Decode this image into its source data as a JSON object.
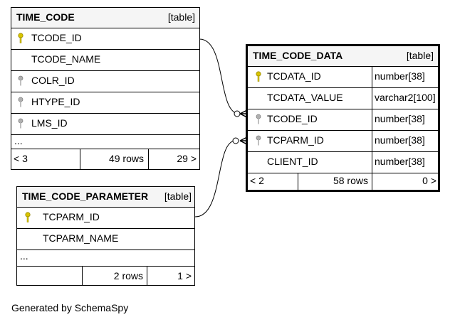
{
  "colors": {
    "key_primary": "#d8c400",
    "key_foreign": "#b0b0b0",
    "header_bg": "#f5f5f5"
  },
  "tables": {
    "time_code": {
      "name": "TIME_CODE",
      "kind": "[table]",
      "columns": [
        {
          "name": "TCODE_ID",
          "key": "primary"
        },
        {
          "name": "TCODE_NAME",
          "key": "none"
        },
        {
          "name": "COLR_ID",
          "key": "foreign"
        },
        {
          "name": "HTYPE_ID",
          "key": "foreign"
        },
        {
          "name": "LMS_ID",
          "key": "foreign"
        }
      ],
      "ellipsis": "...",
      "footer": {
        "parents": "< 3",
        "rows": "49 rows",
        "children": "29 >"
      }
    },
    "time_code_data": {
      "name": "TIME_CODE_DATA",
      "kind": "[table]",
      "columns": [
        {
          "name": "TCDATA_ID",
          "key": "primary",
          "type": "number[38]"
        },
        {
          "name": "TCDATA_VALUE",
          "key": "none",
          "type": "varchar2[100]"
        },
        {
          "name": "TCODE_ID",
          "key": "foreign",
          "type": "number[38]"
        },
        {
          "name": "TCPARM_ID",
          "key": "foreign",
          "type": "number[38]"
        },
        {
          "name": "CLIENT_ID",
          "key": "none",
          "type": "number[38]"
        }
      ],
      "footer": {
        "parents": "< 2",
        "rows": "58 rows",
        "children": "0 >"
      }
    },
    "time_code_parameter": {
      "name": "TIME_CODE_PARAMETER",
      "kind": "[table]",
      "columns": [
        {
          "name": "TCPARM_ID",
          "key": "primary"
        },
        {
          "name": "TCPARM_NAME",
          "key": "none"
        }
      ],
      "ellipsis": "...",
      "footer": {
        "parents": "",
        "rows": "2 rows",
        "children": "1 >"
      }
    }
  },
  "footer_text": "Generated by SchemaSpy"
}
